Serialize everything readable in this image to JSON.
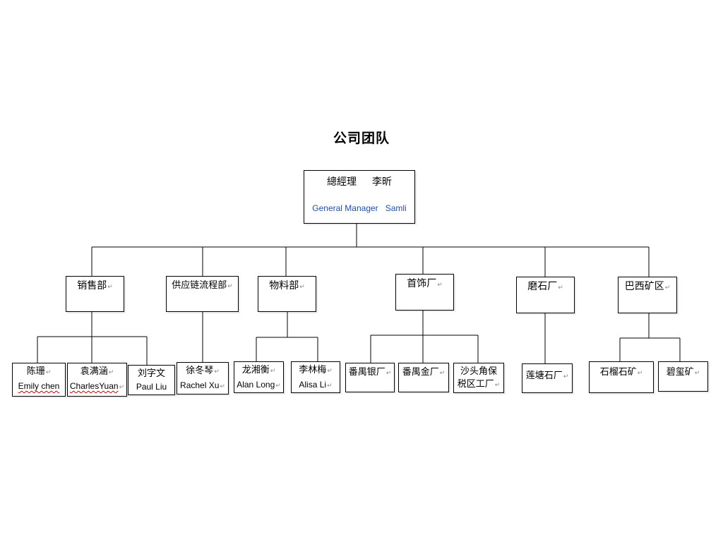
{
  "title": "公司团队",
  "gm": {
    "cn_title": "總經理",
    "cn_name": "李昕",
    "en_title": "General Manager",
    "en_name": "Samli"
  },
  "return_mark": "↵",
  "departments": [
    {
      "name": "销售部",
      "members": [
        {
          "cn": "陈珊",
          "en": "Emily chen"
        },
        {
          "cn": "袁满涵",
          "en": "CharlesYuan"
        },
        {
          "cn": "刘字文",
          "en": "Paul Liu"
        }
      ]
    },
    {
      "name": "供应链流程部",
      "members": [
        {
          "cn": "徐冬琴",
          "en": "Rachel Xu"
        }
      ]
    },
    {
      "name": "物料部",
      "members": [
        {
          "cn": "龙湘衡",
          "en": "Alan Long"
        },
        {
          "cn": "李林梅",
          "en": "Alisa Li"
        }
      ]
    },
    {
      "name": "首饰厂",
      "members": [
        {
          "cn": "番禺银厂"
        },
        {
          "cn": "番禺金厂"
        },
        {
          "cn": "沙头角保",
          "cn2": "税区工厂"
        }
      ]
    },
    {
      "name": "磨石厂",
      "members": [
        {
          "cn": "莲塘石厂"
        }
      ]
    },
    {
      "name": "巴西矿区",
      "members": [
        {
          "cn": "石榴石矿"
        },
        {
          "cn": "碧玺矿"
        }
      ]
    }
  ]
}
